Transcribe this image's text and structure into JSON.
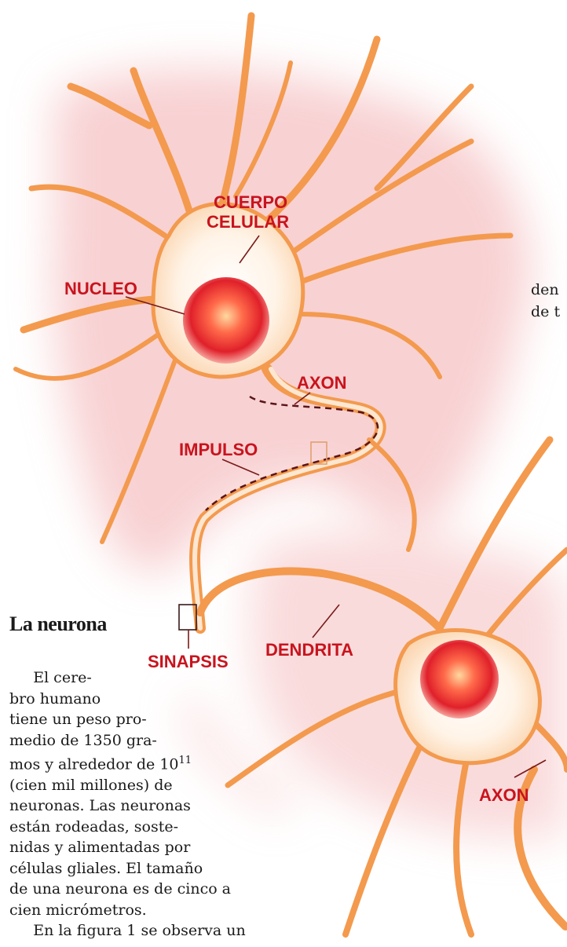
{
  "labels": {
    "cuerpo_celular_1": "CUERPO",
    "cuerpo_celular_2": "CELULAR",
    "nucleo": "NUCLEO",
    "axon_top": "AXON",
    "impulso": "IMPULSO",
    "sinapsis": "SINAPSIS",
    "dendrita": "DENDRITA",
    "axon_bottom": "AXON"
  },
  "article": {
    "title": "La neurona",
    "lines": [
      "     El cere-",
      "bro humano",
      "tiene un peso pro-",
      "medio de 1350 gra-",
      "mos y alrededor de 10",
      "(cien mil millones) de",
      "neuronas. Las neuronas",
      "están rodeadas, soste-",
      "nidas y alimentadas por",
      "células gliales. El tamaño",
      "de una neurona es de cinco a",
      "cien micrómetros.",
      "     En la figura 1 se observa un"
    ],
    "superscript": "11"
  },
  "side_text": [
    "den",
    "de t"
  ],
  "colors": {
    "neuron_fill": "#fce0c4",
    "neuron_edge": "#f39a4e",
    "glow": "#f6c2c4",
    "nucleus": "#e0202a",
    "label": "#c8141e"
  }
}
